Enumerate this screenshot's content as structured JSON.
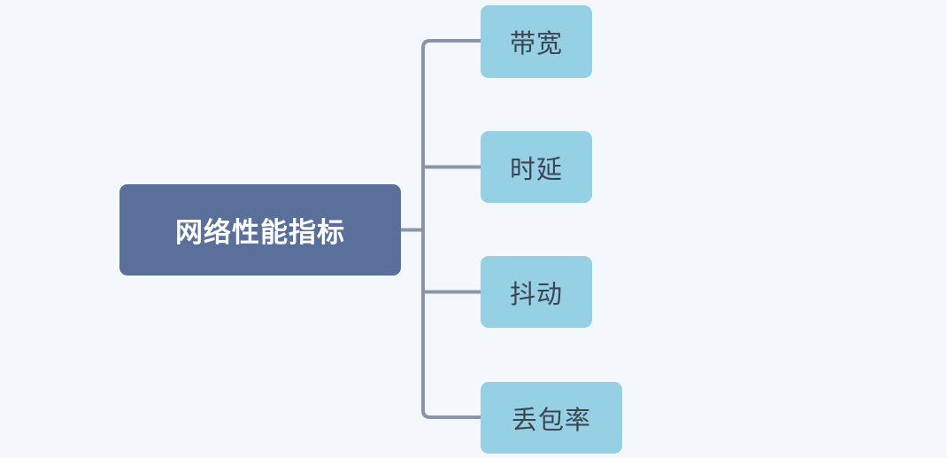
{
  "diagram": {
    "type": "mind-map",
    "orientation": "left-to-right",
    "background_color": "#f4f8fc",
    "connector_color": "#8a95a8",
    "root": {
      "label": "网络性能指标",
      "fill_color": "#5a6f99",
      "text_color": "#ffffff"
    },
    "child_style": {
      "fill_color": "#95d0e5",
      "text_color": "#3c4450"
    },
    "children": [
      {
        "label": "带宽"
      },
      {
        "label": "时延"
      },
      {
        "label": "抖动"
      },
      {
        "label": "丢包率"
      }
    ]
  }
}
